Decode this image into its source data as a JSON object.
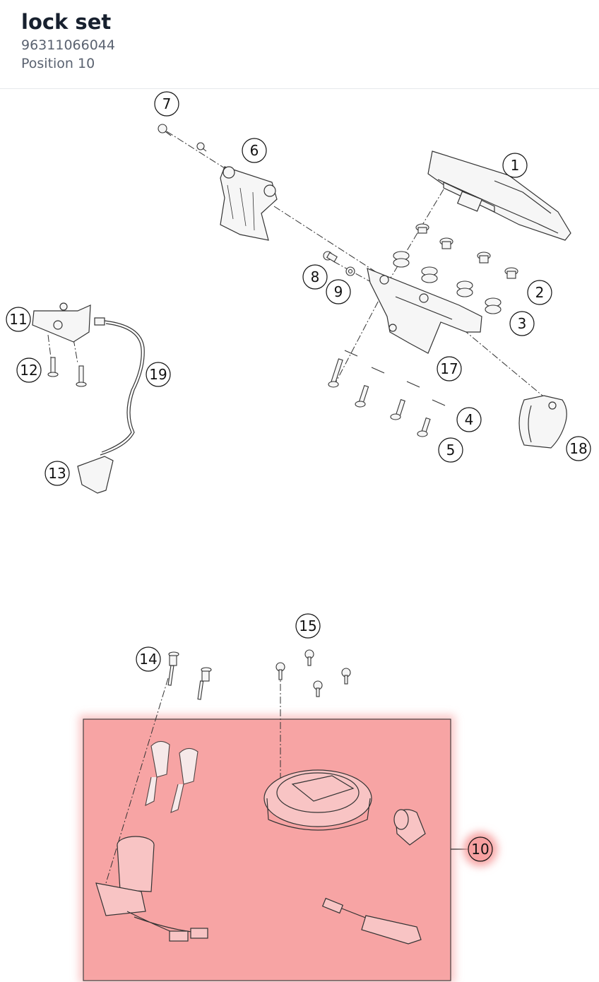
{
  "header": {
    "title": "lock set",
    "part_number": "96311066044",
    "position_label": "Position 10"
  },
  "diagram": {
    "highlighted_callout": "10",
    "highlight_color": "#f7a1a1",
    "callouts": [
      {
        "id": "c1",
        "label": "1"
      },
      {
        "id": "c2",
        "label": "2"
      },
      {
        "id": "c3",
        "label": "3"
      },
      {
        "id": "c4",
        "label": "4"
      },
      {
        "id": "c5",
        "label": "5"
      },
      {
        "id": "c6",
        "label": "6"
      },
      {
        "id": "c7",
        "label": "7"
      },
      {
        "id": "c8",
        "label": "8"
      },
      {
        "id": "c9",
        "label": "9"
      },
      {
        "id": "c10",
        "label": "10"
      },
      {
        "id": "c11",
        "label": "11"
      },
      {
        "id": "c12",
        "label": "12"
      },
      {
        "id": "c13",
        "label": "13"
      },
      {
        "id": "c14",
        "label": "14"
      },
      {
        "id": "c15",
        "label": "15"
      },
      {
        "id": "c17",
        "label": "17"
      },
      {
        "id": "c18",
        "label": "18"
      },
      {
        "id": "c19",
        "label": "19"
      }
    ]
  }
}
